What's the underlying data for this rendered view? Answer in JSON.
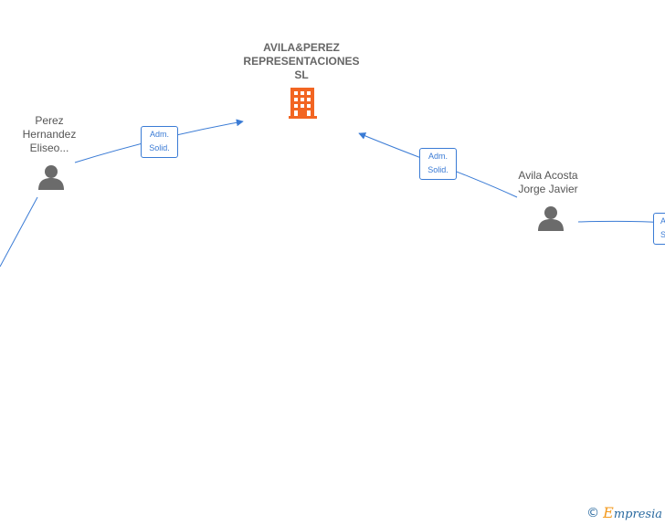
{
  "company": {
    "name_lines": [
      "AVILA&PEREZ",
      "REPRESENTACIONES",
      "SL"
    ],
    "icon": "building-icon",
    "icon_color": "#f26522"
  },
  "persons": [
    {
      "id": "perez",
      "name_lines": [
        "Perez",
        "Hernandez",
        "Eliseo..."
      ],
      "icon": "person-icon"
    },
    {
      "id": "avila",
      "name_lines": [
        "Avila Acosta",
        "Jorge Javier"
      ],
      "icon": "person-icon"
    }
  ],
  "relations": [
    {
      "from": "perez",
      "to": "company",
      "role_lines": [
        "Adm.",
        "Solid."
      ]
    },
    {
      "from": "avila",
      "to": "company",
      "role_lines": [
        "Adm.",
        "Solid."
      ]
    },
    {
      "from": "avila",
      "to": "offscreen",
      "role_lines": [
        "A",
        "S"
      ]
    }
  ],
  "colors": {
    "edge": "#3a7bd5",
    "person": "#6b6b6b",
    "label": "#555555"
  },
  "watermark": {
    "copyright": "©",
    "brand_initial": "E",
    "brand_rest": "mpresia"
  }
}
